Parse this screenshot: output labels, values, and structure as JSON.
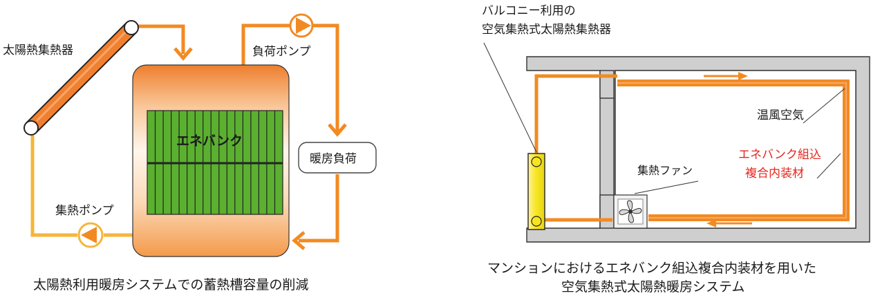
{
  "left": {
    "collector_label": "太陽熱集熱器",
    "load_pump_label": "負荷ポンプ",
    "tank_label": "エネバンク",
    "heating_load_label": "暖房負荷",
    "collector_pump_label": "集熱ポンプ",
    "caption": "太陽熱利用暖房システムでの蓄熱槽容量の削減"
  },
  "right": {
    "collector_label_line1": "バルコニー利用の",
    "collector_label_line2": "空気集熱式太陽熱集熱器",
    "warm_air_label": "温風空気",
    "panel_label_line1": "エネバンク組込",
    "panel_label_line2": "複合内装材",
    "fan_label": "集熱ファン",
    "caption_line1": "マンションにおけるエネバンク組込複合内装材を用いた",
    "caption_line2": "空気集熱式太陽熱暖房システム"
  },
  "colors": {
    "hot_pipe": "#f28a22",
    "cold_pipe": "#f6b53a",
    "tank_top": "#f08c3a",
    "tank_mid": "#fff4e8",
    "tank_bottom": "#f6a45c",
    "module_green": "#5bb030",
    "wall_gray": "#cfcfcf",
    "collector_yellow": "#f6e51e",
    "accent_red": "#e8241c"
  }
}
